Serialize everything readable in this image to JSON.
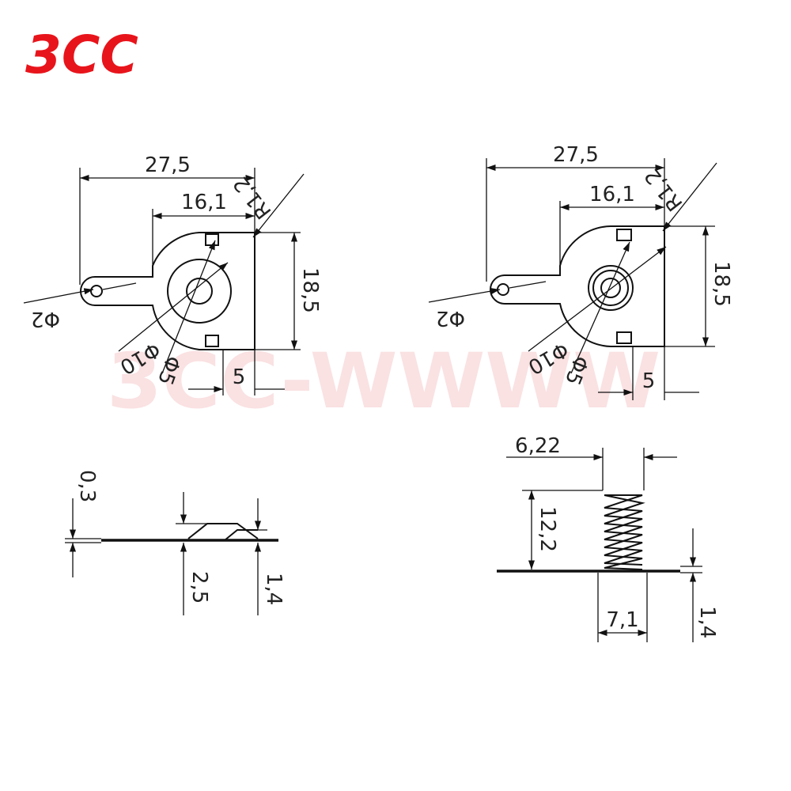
{
  "brand": {
    "logo_text": "3CC",
    "watermark_text": "3CC-WWWW",
    "logo_color": "#e8141b"
  },
  "top_left_view": {
    "width_overall": "27,5",
    "width_inner": "16,1",
    "radius": "R1,2",
    "height": "18,5",
    "tab_hole": "Φ2",
    "outer_ring": "Φ10",
    "center_hole": "Φ5",
    "edge_offset": "5"
  },
  "top_right_view": {
    "width_overall": "27,5",
    "width_inner": "16,1",
    "radius": "R1,2",
    "height": "18,5",
    "tab_hole": "Φ2",
    "outer_ring": "Φ10",
    "center_hole": "Φ5",
    "edge_offset": "5"
  },
  "side_left_view": {
    "thickness": "0,3",
    "bump_height": "2,5",
    "bump_width": "1,4"
  },
  "side_right_view": {
    "spring_top_width": "6,22",
    "spring_height": "12,2",
    "spring_base_width": "7,1",
    "plate_thickness": "1,4"
  }
}
